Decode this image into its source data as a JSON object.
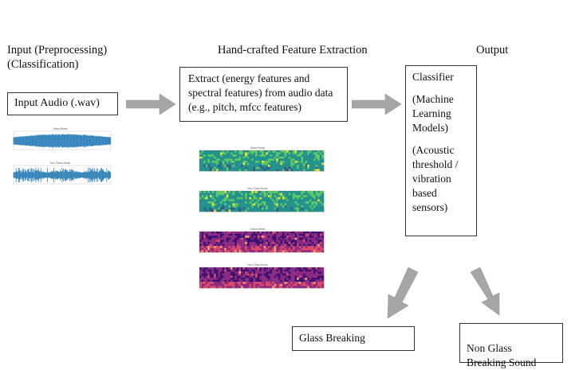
{
  "headers": {
    "input": "Input (Preprocessing)\n(Classification)",
    "features": "Hand-crafted Feature Extraction",
    "output": "Output"
  },
  "input_box": {
    "label": "Input Audio (.wav)"
  },
  "extract_box": {
    "text": "Extract (energy features and spectral features) from audio data (e.g., pitch, mfcc features)"
  },
  "classifier_box": {
    "title": "Classifier",
    "ml": "(Machine Learning Models)",
    "acoustic": "(Acoustic threshold / vibration based sensors)"
  },
  "results": {
    "glass": "Glass Breaking",
    "non_glass": "Non Glass\nBreaking Sound"
  },
  "waveforms": [
    {
      "title": "Glass Break",
      "color": "#1f77b4"
    },
    {
      "title": "Non Glass Break",
      "color": "#1f77b4"
    }
  ],
  "spectrograms": [
    {
      "title": "Glass Break",
      "colormap": "viridis"
    },
    {
      "title": "Non Glass Break",
      "colormap": "viridis"
    },
    {
      "title": "Glass Break",
      "colormap": "magma"
    },
    {
      "title": "Non Glass Break",
      "colormap": "magma"
    }
  ],
  "colors": {
    "arrow": "#a6a6a6",
    "border": "#333333"
  }
}
